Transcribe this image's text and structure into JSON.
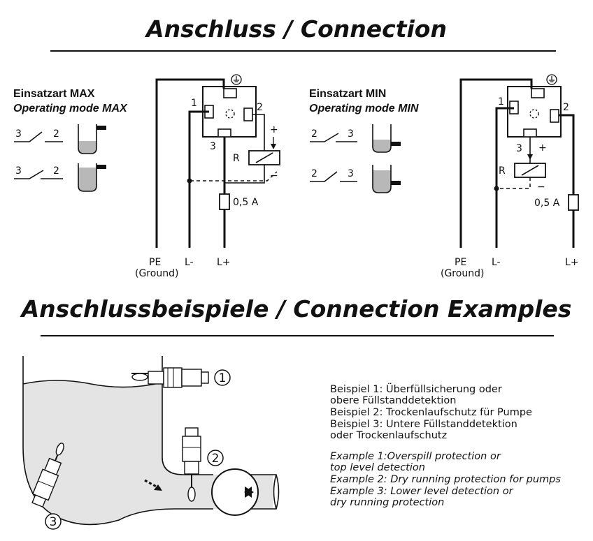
{
  "titles": {
    "connection": "Anschluss / Connection",
    "examples": "Anschlussbeispiele / Connection Examples"
  },
  "max": {
    "mode_de": "Einsatzart MAX",
    "mode_en": "Operating mode MAX",
    "switch1": {
      "left": "3",
      "right": "2"
    },
    "switch2": {
      "left": "3",
      "right": "2"
    }
  },
  "min": {
    "mode_de": "Einsatzart MIN",
    "mode_en": "Operating mode MIN",
    "switch1": {
      "left": "2",
      "right": "3"
    },
    "switch2": {
      "left": "2",
      "right": "3"
    }
  },
  "wiring": {
    "pin1": "1",
    "pin2": "2",
    "pin3": "3",
    "relay": "R",
    "plus": "+",
    "minus": "−",
    "fuse": "0,5 A",
    "pe": "PE",
    "ground": "(Ground)",
    "lminus": "L-",
    "lplus": "L+"
  },
  "examples": {
    "markers": [
      "1",
      "2",
      "3"
    ],
    "de": [
      "Beispiel 1: Überfüllsicherung oder",
      "obere Füllstanddetektion",
      "Beispiel 2: Trockenlaufschutz für Pumpe",
      "Beispiel 3: Untere Füllstanddetektion",
      "oder Trockenlaufschutz"
    ],
    "en": [
      "Example 1:Overspill protection or",
      "top level detection",
      "Example 2: Dry running protection for pumps",
      "Example 3: Lower level detection or",
      "dry running protection"
    ]
  }
}
